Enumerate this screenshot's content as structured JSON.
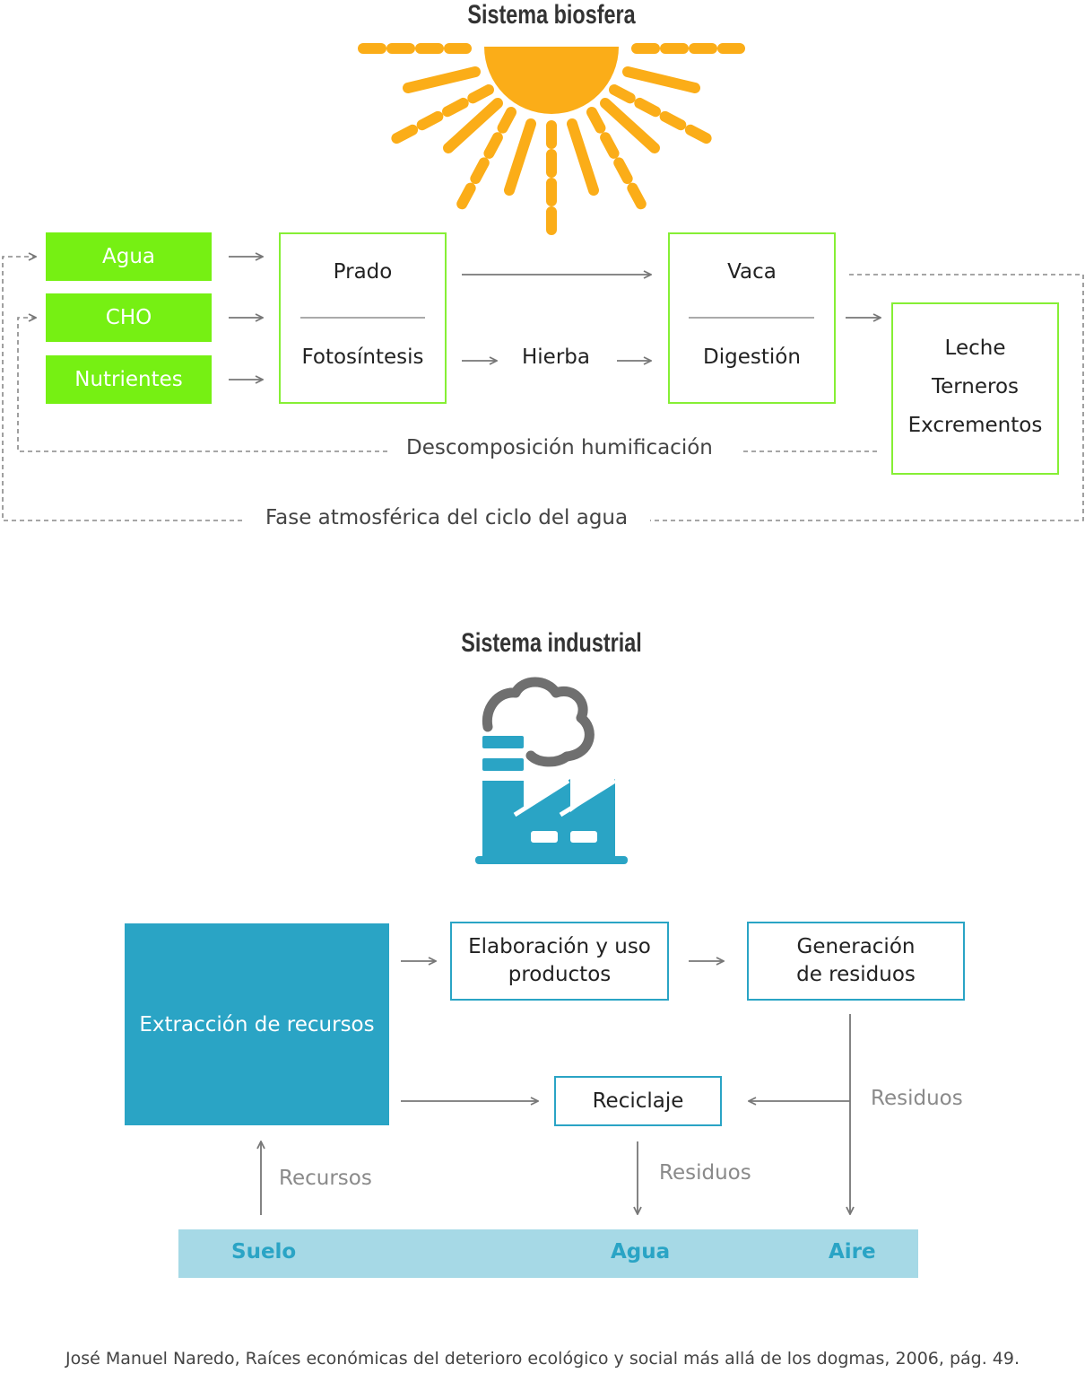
{
  "biosphere": {
    "title": "Sistema biosfera",
    "inputs": [
      "Agua",
      "CHO",
      "Nutrientes"
    ],
    "prado": {
      "top": "Prado",
      "bottom": "Fotosíntesis"
    },
    "hierba": "Hierba",
    "vaca": {
      "top": "Vaca",
      "bottom": "Digestión"
    },
    "outputs": [
      "Leche",
      "Terneros",
      "Excrementos"
    ],
    "loop_decomposition": "Descomposición humificación",
    "loop_atmosphere": "Fase atmosférica del ciclo del agua",
    "sun_icon": "sun-icon"
  },
  "industrial": {
    "title": "Sistema industrial",
    "factory_icon": "factory-icon",
    "extraction": "Extracción de recursos",
    "elaboration": [
      "Elaboración y uso",
      "productos"
    ],
    "waste_generation": [
      "Generación",
      "de residuos"
    ],
    "recycling": "Reciclaje",
    "residuos_right": "Residuos",
    "residuos_bottom": "Residuos",
    "recursos": "Recursos",
    "ground": [
      "Suelo",
      "Agua",
      "Aire"
    ]
  },
  "colors": {
    "green": "#76f013",
    "sun": "#fbad18",
    "blue": "#2aa4c5",
    "ground_band": "#a6d9e6"
  },
  "caption": "José Manuel Naredo, Raíces económicas del deterioro ecológico y social más allá de los dogmas, 2006, pág. 49."
}
